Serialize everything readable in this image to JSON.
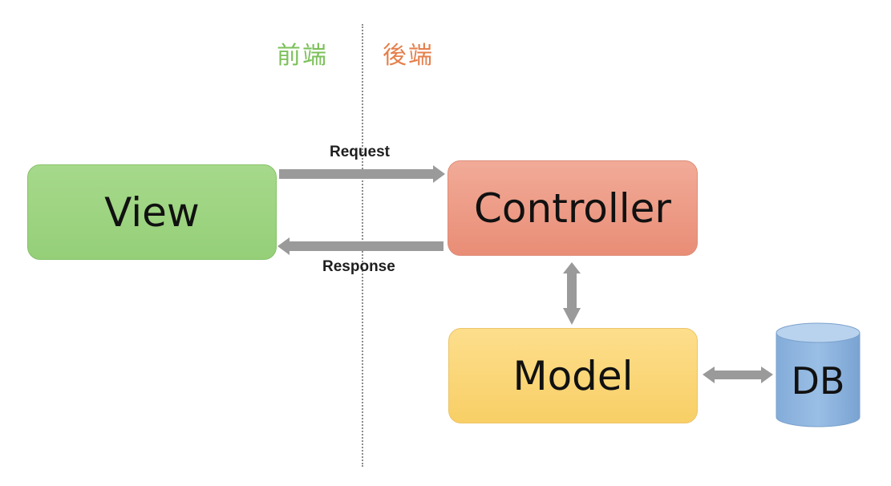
{
  "labels": {
    "frontend": "前端",
    "backend": "後端"
  },
  "nodes": {
    "view": "View",
    "controller": "Controller",
    "model": "Model",
    "db": "DB"
  },
  "edges": {
    "request": "Request",
    "response": "Response"
  },
  "colors": {
    "frontend_text": "#7cc05a",
    "backend_text": "#e57f4c",
    "view_fill": "#9fd684",
    "controller_fill": "#ee9b86",
    "model_fill": "#fbd877",
    "db_fill": "#8fb4df",
    "arrow": "#9a9a9a"
  }
}
